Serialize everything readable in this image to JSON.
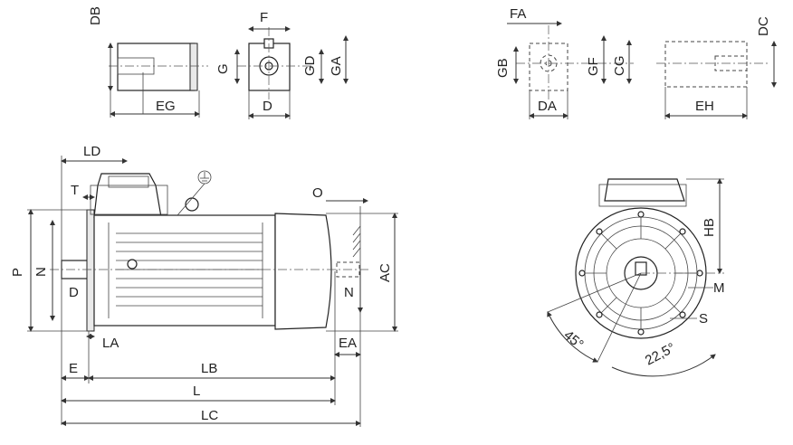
{
  "labels": {
    "DB": "DB",
    "EG": "EG",
    "F": "F",
    "G": "G",
    "GD": "GD",
    "GA": "GA",
    "D_top": "D",
    "FA": "FA",
    "GB": "GB",
    "GF": "GF",
    "CG": "CG",
    "DA": "DA",
    "DC": "DC",
    "EH": "EH",
    "LD": "LD",
    "T": "T",
    "P": "P",
    "N_left": "N",
    "D_left": "D",
    "LA": "LA",
    "E": "E",
    "LB": "LB",
    "L": "L",
    "LC": "LC",
    "O": "O",
    "AC": "AC",
    "N_right": "N",
    "EA": "EA",
    "HB": "HB",
    "M": "M",
    "S": "S",
    "angle45": "45°",
    "angle22": "22,5°"
  }
}
